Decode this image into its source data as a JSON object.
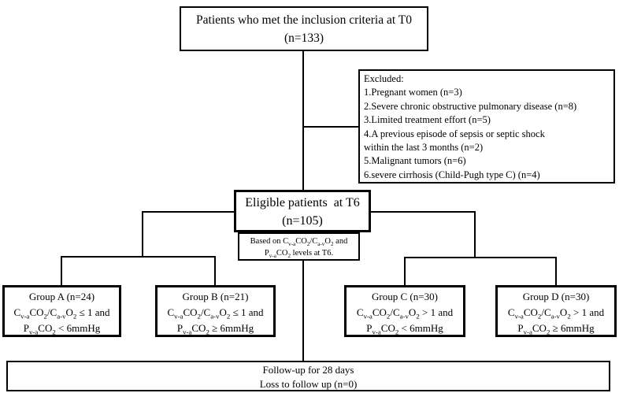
{
  "colors": {
    "background": "#ffffff",
    "line": "#000000",
    "text": "#000000"
  },
  "boxes": {
    "inclusion": {
      "line1": "Patients who met the inclusion criteria at T0",
      "line2": "(n=133)"
    },
    "excluded": {
      "title": "Excluded:",
      "items": [
        "1.Pregnant women (n=3)",
        "2.Severe chronic obstructive pulmonary disease (n=8)",
        "3.Limited treatment effort (n=5)",
        "4.A previous episode of sepsis or septic shock",
        "within the last 3 months (n=2)",
        "5.Malignant tumors (n=6)",
        "6.severe cirrhosis (Child-Pugh type C) (n=4)"
      ]
    },
    "eligible": {
      "line1": "Eligible patients  at T6",
      "line2": "(n=105)"
    },
    "criteria": {
      "line1": "Based on C~v-a~CO~2~/C~a-v~O~2~ and",
      "line2": "P~v-a~CO~2~ levels at T6."
    },
    "groups": [
      {
        "title": "Group A (n=24)",
        "criterion1": "C~v-a~CO~2~/C~a-v~O~2~ ≤ 1 and",
        "criterion2": "P~v-a~CO~2~ < 6mmHg"
      },
      {
        "title": "Group B (n=21)",
        "criterion1": "C~v-a~CO~2~/C~a-v~O~2~ ≤ 1 and",
        "criterion2": "P~v-a~CO~2~ ≥ 6mmHg"
      },
      {
        "title": "Group C (n=30)",
        "criterion1": "C~v-a~CO~2~/C~a-v~O~2~ > 1 and",
        "criterion2": "P~v-a~CO~2~ < 6mmHg"
      },
      {
        "title": "Group D (n=30)",
        "criterion1": "C~v-a~CO~2~/C~a-v~O~2~ > 1 and",
        "criterion2": "P~v-a~CO~2~ ≥ 6mmHg"
      }
    ],
    "followup": {
      "line1": "Follow-up for 28 days",
      "line2": "Loss to follow up (n=0)"
    }
  }
}
